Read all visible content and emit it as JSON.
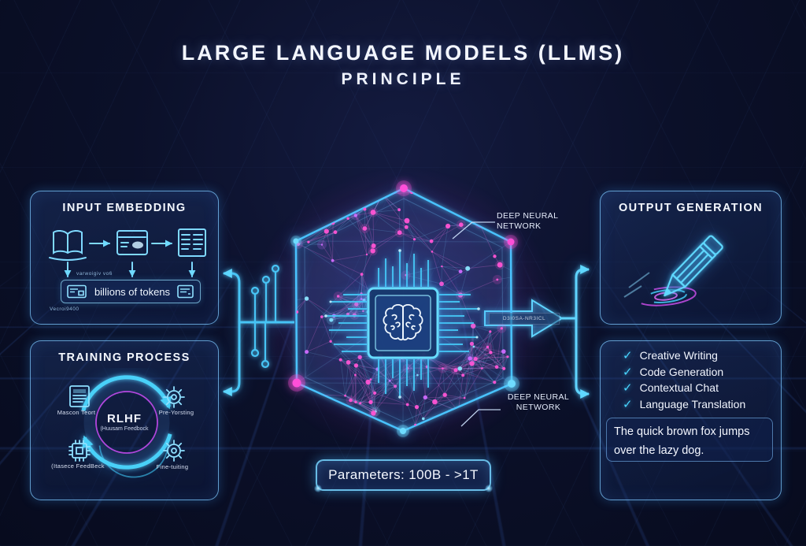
{
  "title": {
    "line1": "LARGE LANGUAGE MODELS (LLMS)",
    "line2": "PRINCIPLE"
  },
  "colors": {
    "accent_cyan": "#4fd8ff",
    "accent_magenta": "#ff3ec9",
    "panel_border": "#7dc8ff",
    "background": "#0b1029",
    "text": "#f2f5ff"
  },
  "input_embedding": {
    "title": "INPUT EMBEDDING",
    "flow_icons": [
      "open-book-icon",
      "card-blob-icon",
      "token-list-icon"
    ],
    "note_top": "varwoigiv vo6",
    "token_bar": {
      "label": "billions of tokens"
    },
    "note_bottom": "Vecroi9400"
  },
  "training_process": {
    "title": "TRAINING PROCESS",
    "center_label": "RLHF",
    "center_sublabel": "(Huusam Feedbock",
    "steps": [
      {
        "label": "Mascon Teort",
        "icon": "document-icon"
      },
      {
        "label": "Pre-Yorsting",
        "icon": "gear-icon"
      },
      {
        "label": "(Itasece FeedBeck",
        "icon": "chip-icon"
      },
      {
        "label": "Fine-tuiting",
        "icon": "gear-icon"
      }
    ]
  },
  "network": {
    "label_top": "DEEP NEURAL NETWORK",
    "label_bottom": "DEEP NEURAL NETWORK",
    "arrow_code": "D3I0SA-NR3ICL",
    "parameters_label": "Parameters: 100B - >1T"
  },
  "output_generation": {
    "title": "OUTPUT GENERATION",
    "icon": "pencil-icon"
  },
  "capabilities": {
    "check_glyph": "✓",
    "items": [
      "Creative Writing",
      "Code Generation",
      "Contextual Chat",
      "Language Translation"
    ],
    "sample_text": "The quick brown fox jumps over the lazy dog."
  }
}
